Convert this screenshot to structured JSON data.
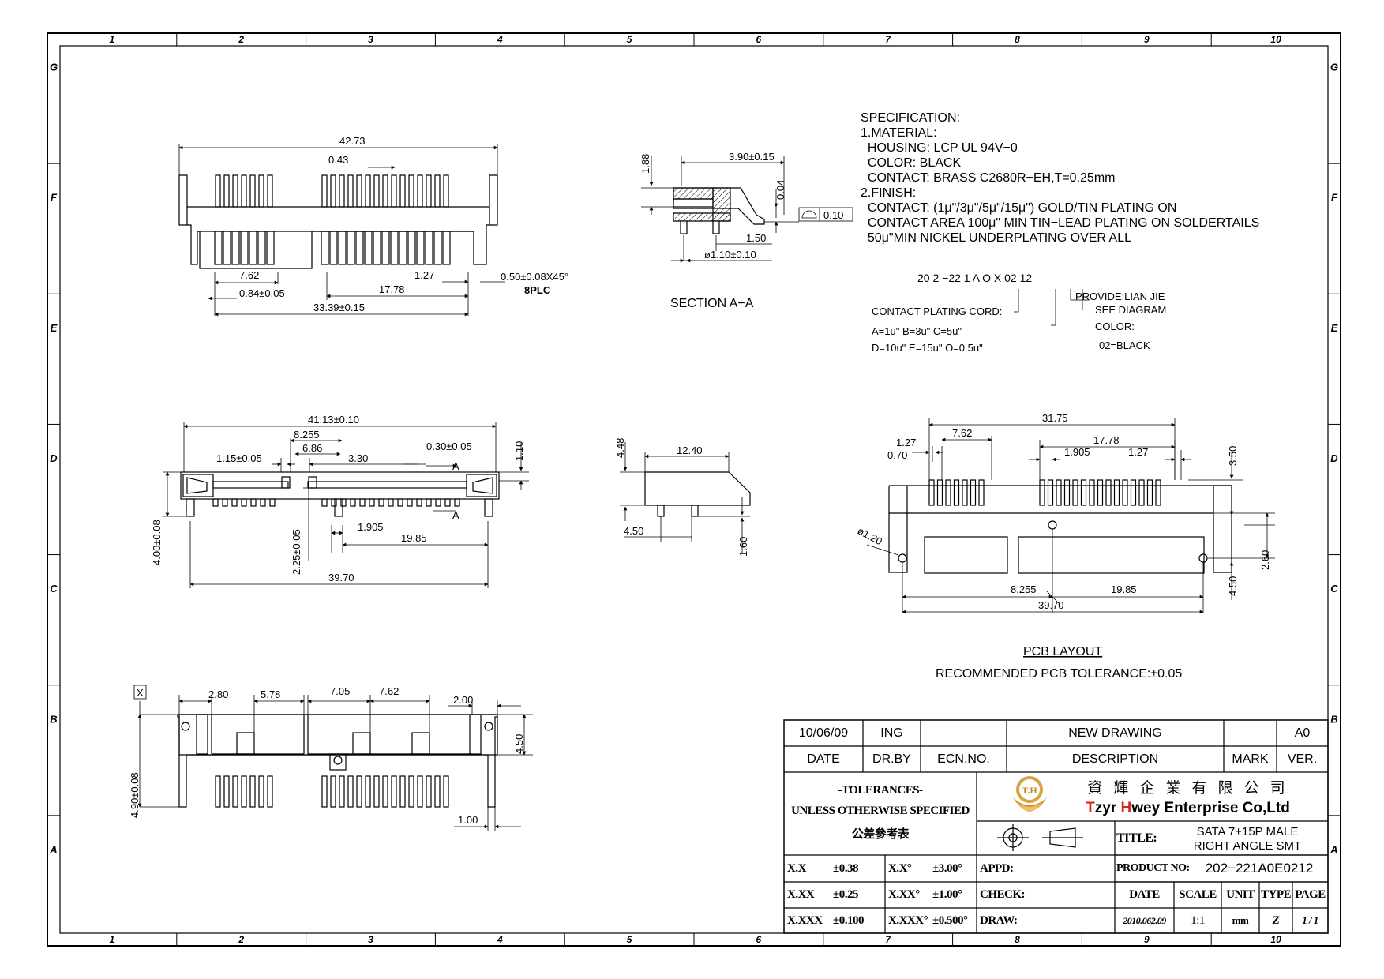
{
  "border": {
    "col_labels": [
      "1",
      "2",
      "3",
      "4",
      "5",
      "6",
      "7",
      "8",
      "9",
      "10"
    ],
    "row_labels": [
      "G",
      "F",
      "E",
      "D",
      "C",
      "B",
      "A"
    ]
  },
  "top_view": {
    "dims": {
      "overall": "42.73",
      "pin_width": "0.43",
      "pitch_7_62": "7.62",
      "pin_size": "0.84±0.05",
      "pitch_1_27": "1.27",
      "pitch_17_78": "17.78",
      "span": "33.39±0.15",
      "chamfer": "0.50±0.08X45°",
      "chamfer_count": "8PLC"
    }
  },
  "section_view": {
    "title": "SECTION   A−A",
    "dims": {
      "h": "1.88",
      "w": "3.90±0.15",
      "gap": "0.04",
      "flat": "0.10",
      "pin_off": "1.50",
      "pin_dia": "ø1.10±0.10"
    }
  },
  "front_view": {
    "dims": {
      "overall": "41.13±0.10",
      "d8255": "8.255",
      "d686": "6.86",
      "d115": "1.15±0.05",
      "d330": "3.30",
      "d030": "0.30±0.05",
      "d110": "1.10",
      "a_top": "A",
      "a_bot": "A",
      "height": "4.00±0.08",
      "d225": "2.25±0.05",
      "d1905": "1.905",
      "d1985": "19.85",
      "d3970": "39.70"
    }
  },
  "side_view": {
    "dims": {
      "h": "4.48",
      "w": "12.40",
      "off": "4.50",
      "peg": "1.60"
    }
  },
  "bottom_view": {
    "dims": {
      "datum": "X",
      "d280": "2.80",
      "d578": "5.78",
      "d705": "7.05",
      "d762": "7.62",
      "d200": "2.00",
      "d450": "4.50",
      "d490": "4.90±0.08",
      "d100": "1.00"
    }
  },
  "specification": {
    "lines": [
      "SPECIFICATION:",
      "1.MATERIAL:",
      "  HOUSING: LCP UL 94V−0",
      "  COLOR: BLACK",
      "  CONTACT: BRASS C2680R−EH,T=0.25mm",
      "2.FINISH:",
      "  CONTACT: (1μ\"/3μ\"/5μ\"/15μ\") GOLD/TIN PLATING ON",
      "  CONTACT AREA 100μ\" MIN TIN−LEAD PLATING ON SOLDERTAILS",
      "  50μ\"MIN NICKEL UNDERPLATING OVER ALL"
    ]
  },
  "part_code": {
    "code": "20 2 −22 1 A O X 02 12",
    "plating_label": "CONTACT PLATING CORD:",
    "plating_opts1": "A=1u\"   B=3u\"   C=5u\"",
    "plating_opts2": "D=10u\"  E=15u\"  O=0.5u\"",
    "provide": "PROVIDE:LIAN JIE",
    "see_diagram": "SEE DIAGRAM",
    "color": "COLOR:",
    "color_val": "02=BLACK"
  },
  "pcb_layout": {
    "title": "PCB LAYOUT",
    "tolerance": "RECOMMENDED PCB TOLERANCE:±0.05",
    "dims": {
      "d3175": "31.75",
      "d127a": "1.27",
      "d762": "7.62",
      "d1778": "17.78",
      "d070": "0.70",
      "d1905": "1.905",
      "d127b": "1.27",
      "d350": "3.50",
      "d120": "ø1.20",
      "d260": "2.60",
      "d450": "4.50",
      "d8255": "8.255",
      "d1985": "19.85",
      "d3970": "39.70"
    }
  },
  "title_block": {
    "rev_date": "10/06/09",
    "rev_by": "ING",
    "rev_desc": "NEW DRAWING",
    "rev_ver": "A0",
    "h_date": "DATE",
    "h_drby": "DR.BY",
    "h_ecn": "ECN.NO.",
    "h_desc": "DESCRIPTION",
    "h_mark": "MARK",
    "h_ver": "VER.",
    "tol_title": "-TOLERANCES-",
    "tol_sub": "UNLESS OTHERWISE SPECIFIED",
    "tol_cn": "公差參考表",
    "company_cn": "資 輝 企 業 有 限 公 司",
    "company_en": "Tzyr Hwey Enterprise Co,Ltd",
    "logo": "T.H",
    "tol_rows": [
      [
        "X.X",
        "±0.38",
        "X.X°",
        "±3.00°"
      ],
      [
        "X.XX",
        "±0.25",
        "X.XX°",
        "±1.00°"
      ],
      [
        "X.XXX",
        "±0.100",
        "X.XXX°",
        "±0.500°"
      ]
    ],
    "appd": "APPD:",
    "check": "CHECK:",
    "draw": "DRAW:",
    "title_label": "TITLE:",
    "title_l1": "SATA 7+15P MALE",
    "title_l2": "RIGHT ANGLE SMT",
    "product_label": "PRODUCT NO:",
    "product_no": "202−221A0E0212",
    "f_date": "DATE",
    "f_scale": "SCALE",
    "f_unit": "UNIT",
    "f_type": "TYPE",
    "f_page": "PAGE",
    "v_date": "2010.062.09",
    "v_scale": "1:1",
    "v_unit": "mm",
    "v_type": "Z",
    "v_page": "1 / 1"
  }
}
